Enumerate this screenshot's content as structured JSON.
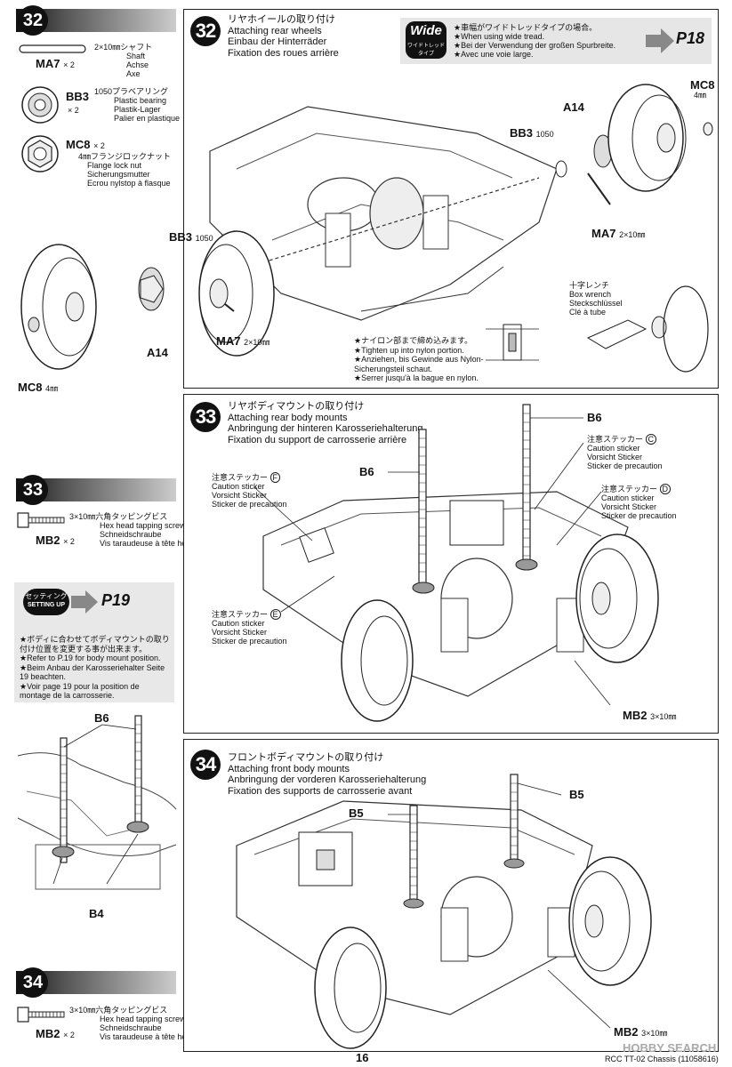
{
  "parts_32": {
    "step": "32",
    "items": [
      {
        "code": "MA7",
        "qty": "× 2",
        "jp": "2×10㎜シャフト",
        "en": "Shaft",
        "de": "Achse",
        "fr": "Axe"
      },
      {
        "code": "BB3",
        "qty": "× 2",
        "jp": "1050プラベアリング",
        "en": "Plastic bearing",
        "de": "Plastik-Lager",
        "fr": "Palier en plastique"
      },
      {
        "code": "MC8",
        "qty": "× 2",
        "jp": "4㎜フランジロックナット",
        "en": "Flange lock nut",
        "de": "Sicherungsmutter",
        "fr": "Ecrou nylstop à flasque"
      }
    ]
  },
  "parts_33": {
    "step": "33",
    "code": "MB2",
    "qty": "× 2",
    "jp": "3×10㎜六角タッピングビス",
    "en": "Hex head tapping screw",
    "de": "Schneidschraube",
    "fr": "Vis taraudeuse à tête hexagonale"
  },
  "setting": {
    "badge_jp": "セッティング",
    "badge_en": "SETTING UP",
    "page": "P19",
    "notes": [
      "★ボディに合わせてボディマウントの取り付け位置を変更する事が出来ます。",
      "★Refer to P.19 for body mount position.",
      "★Beim Anbau der Karosseriehalter Seite 19 beachten.",
      "★Voir page 19 pour la position de montage de la carrosserie."
    ],
    "labels": {
      "b6": "B6",
      "b4": "B4"
    }
  },
  "parts_34": {
    "step": "34",
    "code": "MB2",
    "qty": "× 2",
    "jp": "3×10㎜六角タッピングビス",
    "en": "Hex head tapping screw",
    "de": "Schneidschraube",
    "fr": "Vis taraudeuse à tête hexagonale"
  },
  "step32": {
    "num": "32",
    "title_jp": "リヤホイールの取り付け",
    "title_en": "Attaching rear wheels",
    "title_de": "Einbau der Hinterräder",
    "title_fr": "Fixation des roues arrière",
    "wide": {
      "badge": "Wide",
      "badge_jp": "ワイドトレッドタイプ",
      "jp": "★車幅がワイドトレッドタイプの場合。",
      "en": "★When using wide tread.",
      "de": "★Bei der Verwendung der großen Spurbreite.",
      "fr": "★Avec une voie large.",
      "page": "P18"
    },
    "labels": {
      "mc8_top": "MC8",
      "mc8_top_size": "4㎜",
      "a14_top": "A14",
      "bb3_top": "BB3",
      "bb3_top_size": "1050",
      "ma7_top": "MA7",
      "ma7_top_size": "2×10㎜",
      "bb3_left": "BB3",
      "bb3_left_size": "1050",
      "a14_left": "A14",
      "ma7_left": "MA7",
      "ma7_left_size": "2×10㎜",
      "mc8_left": "MC8",
      "mc8_left_size": "4㎜"
    },
    "tool": {
      "jp": "十字レンチ",
      "en": "Box wrench",
      "de": "Steckschlüssel",
      "fr": "Clé à tube"
    },
    "nylon": {
      "jp": "★ナイロン部まで締め込みます。",
      "en": "★Tighten up into nylon portion.",
      "de": "★Anziehen, bis Gewinde aus Nylon-Sicherungsteil schaut.",
      "fr": "★Serrer jusqu'à la bague en nylon."
    }
  },
  "step33": {
    "num": "33",
    "title_jp": "リヤボディマウントの取り付け",
    "title_en": "Attaching rear body mounts",
    "title_de": "Anbringung der hinteren Karosseriehalterung",
    "title_fr": "Fixation du support de carrosserie arrière",
    "sticker_f": {
      "jp": "注意ステッカー",
      "letter": "F",
      "en": "Caution sticker",
      "de": "Vorsicht Sticker",
      "fr": "Sticker de precaution"
    },
    "sticker_c": {
      "jp": "注意ステッカー",
      "letter": "C",
      "en": "Caution sticker",
      "de": "Vorsicht Sticker",
      "fr": "Sticker de precaution"
    },
    "sticker_d": {
      "jp": "注意ステッカー",
      "letter": "D",
      "en": "Caution sticker",
      "de": "Vorsicht Sticker",
      "fr": "Sticker de precaution"
    },
    "sticker_e": {
      "jp": "注意ステッカー",
      "letter": "E",
      "en": "Caution sticker",
      "de": "Vorsicht Sticker",
      "fr": "Sticker de precaution"
    },
    "labels": {
      "b6_left": "B6",
      "b6_right": "B6",
      "mb2": "MB2",
      "mb2_size": "3×10㎜"
    }
  },
  "step34": {
    "num": "34",
    "title_jp": "フロントボディマウントの取り付け",
    "title_en": "Attaching front body mounts",
    "title_de": "Anbringung der vorderen Karosseriehalterung",
    "title_fr": "Fixation des supports de carrosserie avant",
    "labels": {
      "b5_left": "B5",
      "b5_right": "B5",
      "mb2": "MB2",
      "mb2_size": "3×10㎜"
    }
  },
  "footer": {
    "page": "16",
    "model": "RCC TT-02 Chassis (11058616)",
    "watermark": "HOBBY SEARCH"
  }
}
